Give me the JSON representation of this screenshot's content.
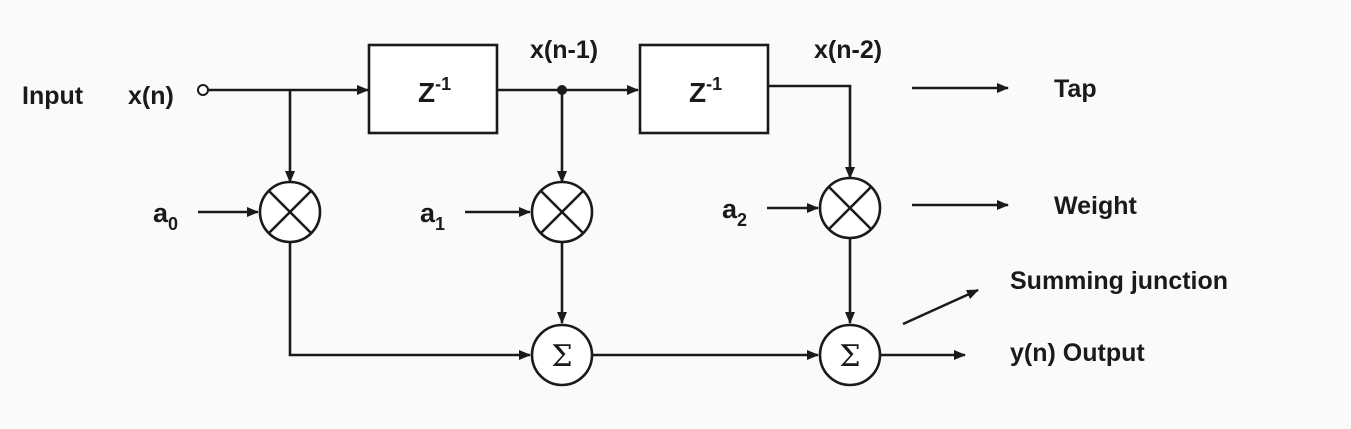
{
  "input_label": "Input",
  "input_signal": "x(n)",
  "delay_label": "Z",
  "delay_exponent": "-1",
  "tap1_label": "x(n-1)",
  "tap2_label": "x(n-2)",
  "weights": [
    {
      "symbol": "a",
      "subscript": "0"
    },
    {
      "symbol": "a",
      "subscript": "1"
    },
    {
      "symbol": "a",
      "subscript": "2"
    }
  ],
  "sum_symbol": "Σ",
  "legend": {
    "tap": "Tap",
    "weight": "Weight",
    "summing_junction": "Summing junction",
    "output": "y(n) Output"
  }
}
